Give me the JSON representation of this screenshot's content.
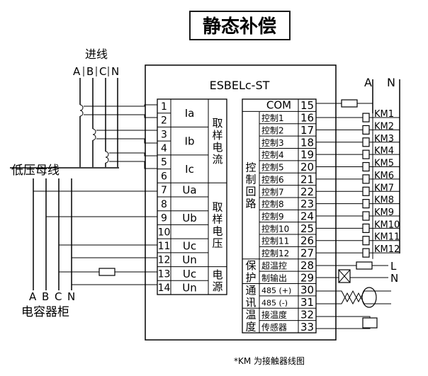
{
  "title": "静态补偿",
  "device": {
    "model": "ESBELc-ST"
  },
  "incoming": {
    "label": "进线",
    "phases": [
      "A",
      "B",
      "C",
      "N"
    ]
  },
  "busbar_label": "低压母线",
  "capacitor_cabinet": {
    "label": "电容器柜",
    "phases": [
      "A",
      "B",
      "C",
      "N"
    ]
  },
  "left_terminals": [
    "1",
    "2",
    "3",
    "4",
    "5",
    "6",
    "7",
    "8",
    "9",
    "10",
    "11",
    "12",
    "13",
    "14"
  ],
  "left_signals": [
    {
      "label": "Ia"
    },
    {
      "label": "Ib"
    },
    {
      "label": "Ic"
    },
    {
      "label": "Ua"
    },
    {
      "label": "Ub"
    },
    {
      "label": "Uc"
    },
    {
      "label": "Un"
    },
    {
      "label": "Uc"
    },
    {
      "label": "Un"
    }
  ],
  "left_groups": [
    {
      "label": "取样电流"
    },
    {
      "label": "取样电压"
    },
    {
      "label": "电源"
    }
  ],
  "right_terminals": [
    "15",
    "16",
    "17",
    "18",
    "19",
    "20",
    "21",
    "22",
    "23",
    "24",
    "25",
    "26",
    "27",
    "28",
    "29",
    "30",
    "31",
    "32",
    "33"
  ],
  "right_signals": [
    {
      "label": "COM"
    },
    {
      "label": "控制1"
    },
    {
      "label": "控制2"
    },
    {
      "label": "控制3"
    },
    {
      "label": "控制4"
    },
    {
      "label": "控制5"
    },
    {
      "label": "控制6"
    },
    {
      "label": "控制7"
    },
    {
      "label": "控制8"
    },
    {
      "label": "控制9"
    },
    {
      "label": "控制10"
    },
    {
      "label": "控制11"
    },
    {
      "label": "控制12"
    },
    {
      "label": "超温控"
    },
    {
      "label": "制输出"
    },
    {
      "label": "485 (+)"
    },
    {
      "label": "485 (-)"
    },
    {
      "label": "接温度"
    },
    {
      "label": "传感器"
    }
  ],
  "right_groups": [
    {
      "label": "控制回路"
    },
    {
      "label": "保护"
    },
    {
      "label": "通讯"
    },
    {
      "label": "温度"
    }
  ],
  "supply": {
    "phase_a": "A",
    "neutral": "N"
  },
  "contactors": [
    "KM1",
    "KM2",
    "KM3",
    "KM4",
    "KM5",
    "KM6",
    "KM7",
    "KM8",
    "KM9",
    "KM10",
    "KM11",
    "KM12"
  ],
  "protect_outputs": [
    "L",
    "N"
  ],
  "footnote": "*KM 为接触器线图"
}
